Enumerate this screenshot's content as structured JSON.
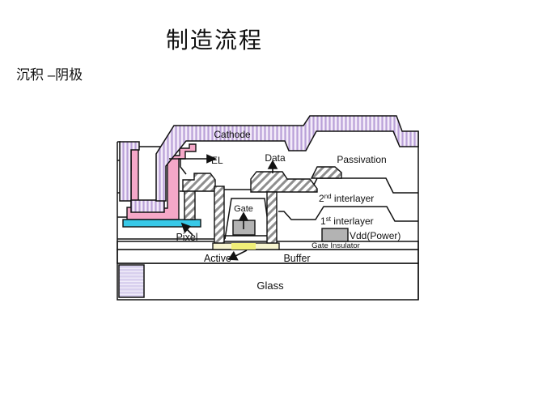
{
  "slide": {
    "title": "制造流程",
    "subtitle": "沉积 –阴极"
  },
  "diagram": {
    "labels": {
      "cathode": "Cathode",
      "el": "EL",
      "data": "Data",
      "passivation": "Passivation",
      "interlayer2_num": "2",
      "interlayer2_sup": "nd",
      "interlayer2_text": " interlayer",
      "interlayer1_num": "1",
      "interlayer1_sup": "st",
      "interlayer1_text": " interlayer",
      "gate": "Gate",
      "pixel": "Pixel",
      "vdd": "Vdd(Power)",
      "gate_insulator": "Gate Insulator",
      "active": "Active",
      "buffer": "Buffer",
      "glass": "Glass"
    },
    "colors": {
      "el_pink": "#f5a8c8",
      "pixel_cyan": "#38c9e8",
      "metal_gray": "#b3b3b3",
      "active_center": "#f0ee78",
      "active_edge": "#f7f4cf",
      "cathode_stripe": "#b9a0d8",
      "cathode_bg": "#f3ebf9",
      "hatch_gray": "#8f8f8f",
      "hatch_bg": "#ffffff",
      "contact_block_bg": "#d8d0ee",
      "contact_block_stripe": "#f0ecfa",
      "white_layer": "#ffffff",
      "outline": "#111111"
    }
  }
}
